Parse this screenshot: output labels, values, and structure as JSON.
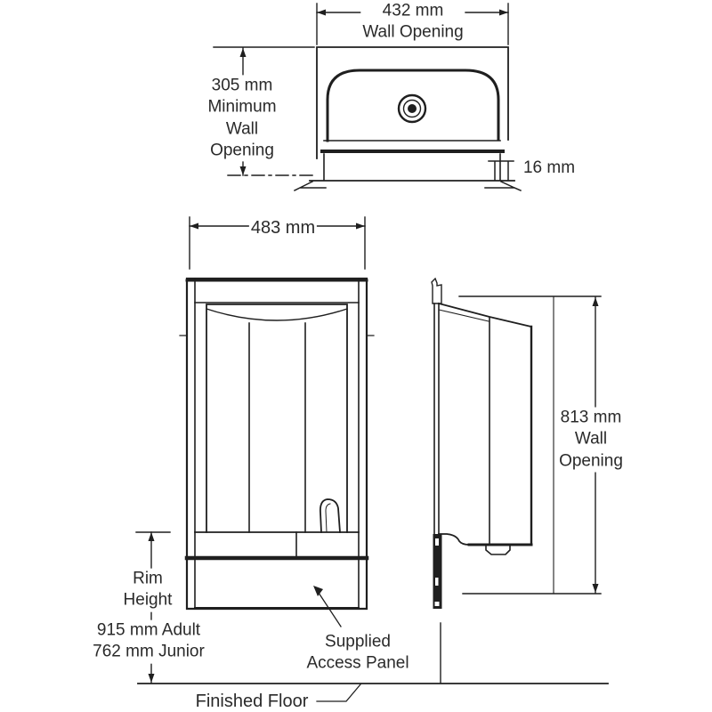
{
  "colors": {
    "ink": "#1f1f1f",
    "background": "#ffffff"
  },
  "diagram": {
    "type": "installation-dimension-drawing",
    "top_view": {
      "wall_opening_width": "432 mm",
      "wall_opening_caption": "Wall Opening",
      "min_wall_opening_lines": [
        "305 mm",
        "Minimum",
        "Wall",
        "Opening"
      ],
      "flange_depth": "16 mm"
    },
    "front_view": {
      "width": "483 mm",
      "rim_height_lines": [
        "Rim",
        "Height"
      ],
      "rim_height_values": [
        "915 mm Adult",
        "762 mm Junior"
      ],
      "access_panel_lines": [
        "Supplied",
        "Access Panel"
      ]
    },
    "side_view": {
      "wall_opening_lines": [
        "813 mm",
        "Wall",
        "Opening"
      ]
    },
    "floor_label": "Finished Floor"
  }
}
